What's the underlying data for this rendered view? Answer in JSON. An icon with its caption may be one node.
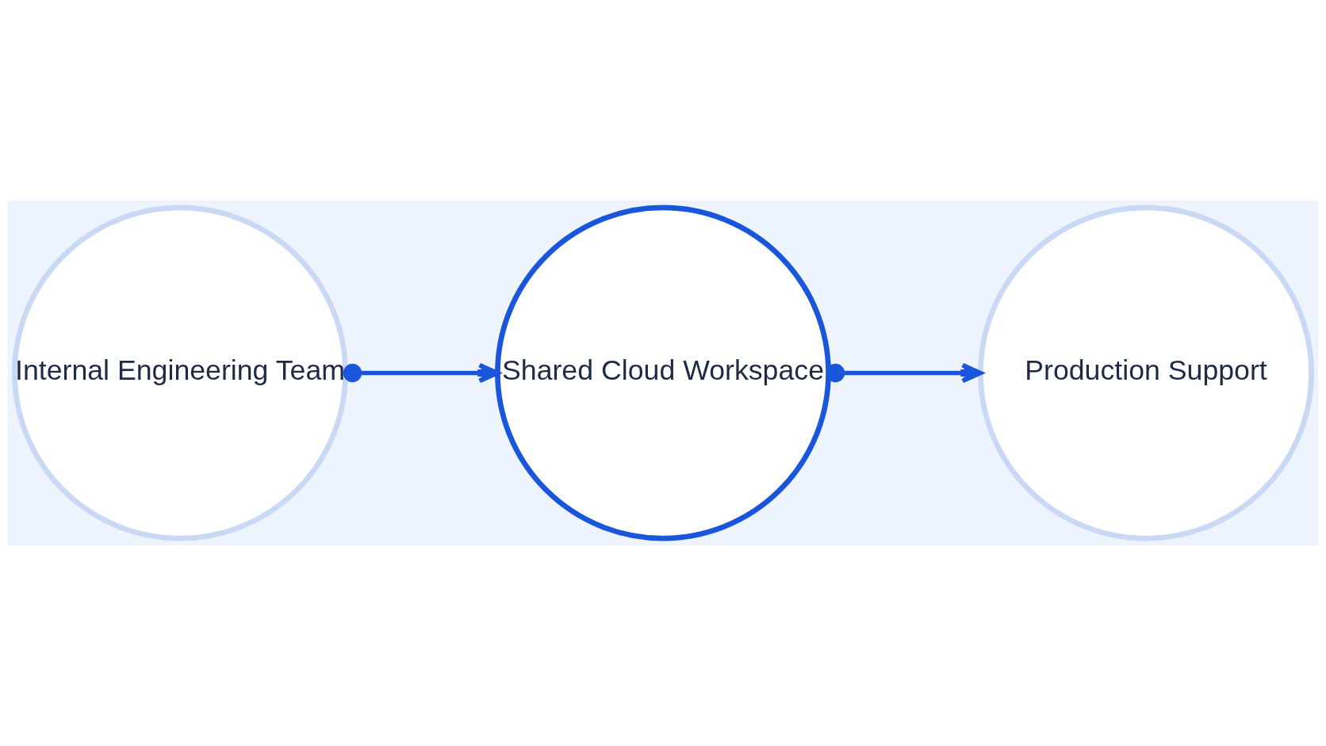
{
  "diagram": {
    "nodes": [
      {
        "text": [
          "Internal Engineering Team"
        ]
      },
      {
        "text": [
          "Shared Cloud Workspace"
        ]
      },
      {
        "text": [
          "Production Support"
        ]
      }
    ],
    "edges": [
      {
        "from": 0,
        "to": 1,
        "arrow": "to"
      },
      {
        "from": 1,
        "to": 2,
        "arrow": "to"
      }
    ]
  }
}
